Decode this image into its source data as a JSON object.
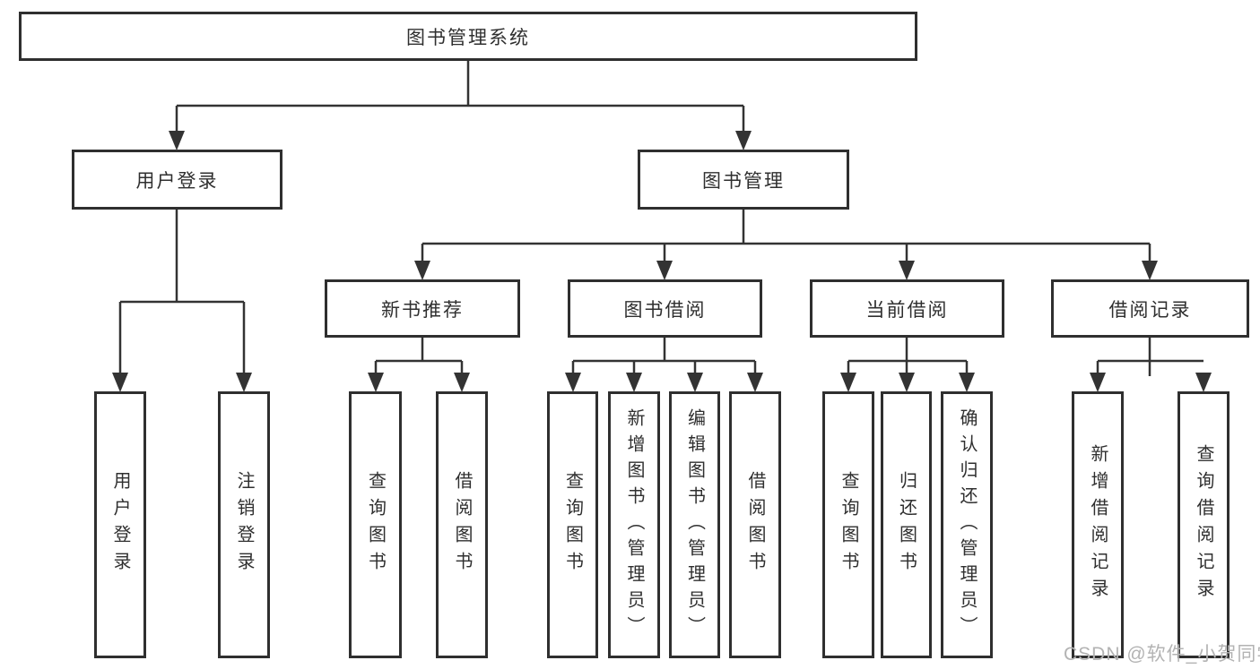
{
  "diagram_title": "图书管理系统",
  "tree": {
    "root": {
      "label": "图书管理系统"
    },
    "level2": [
      {
        "label": "用户登录"
      },
      {
        "label": "图书管理"
      }
    ],
    "level3": [
      {
        "label": "新书推荐"
      },
      {
        "label": "图书借阅"
      },
      {
        "label": "当前借阅"
      },
      {
        "label": "借阅记录"
      }
    ],
    "leaves": {
      "user_login": [
        {
          "label": "用户登录"
        },
        {
          "label": "注销登录"
        }
      ],
      "new_book": [
        {
          "label": "查询图书"
        },
        {
          "label": "借阅图书"
        }
      ],
      "book_borrow": [
        {
          "label": "查询图书"
        },
        {
          "label": "新增图书（管理员）"
        },
        {
          "label": "编辑图书（管理员）"
        },
        {
          "label": "借阅图书"
        }
      ],
      "current_borrow": [
        {
          "label": "查询图书"
        },
        {
          "label": "归还图书"
        },
        {
          "label": "确认归还（管理员）"
        }
      ],
      "borrow_record": [
        {
          "label": "新增借阅记录"
        },
        {
          "label": "查询借阅记录"
        }
      ]
    }
  },
  "watermark": {
    "text": "CSDN @软件_小贺同学"
  },
  "colors": {
    "line": "#333333",
    "box_border": "#2f2f2f",
    "text": "#2f2f2f",
    "watermark": "#b3b3b3",
    "background": "#ffffff"
  }
}
